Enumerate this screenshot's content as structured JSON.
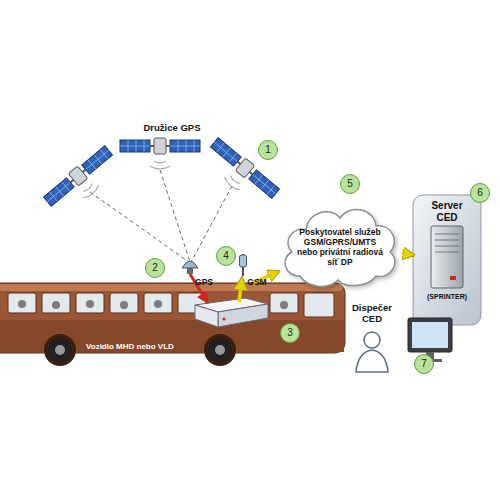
{
  "diagram": {
    "nodes": [
      {
        "text": [
          "Vozidlo MHD nebo VLD"
        ]
      },
      {
        "text": [
          "Poskytovatel služeb GSM/GPRS/UMTS nebo privátní radiová síť DP"
        ]
      },
      {
        "text": [
          "Server CED",
          "(SPRINTER)"
        ]
      },
      {
        "text": [
          "Dispečer CED"
        ]
      }
    ],
    "edges": [
      {
        "from": 0,
        "to": 1,
        "arrow": "to"
      },
      {
        "from": 1,
        "to": 2,
        "arrow": "to"
      }
    ],
    "labels": [
      "Družice GPS",
      "1",
      "2",
      "GPS",
      "4",
      "GSM",
      "3",
      "5",
      "6",
      "7"
    ]
  }
}
